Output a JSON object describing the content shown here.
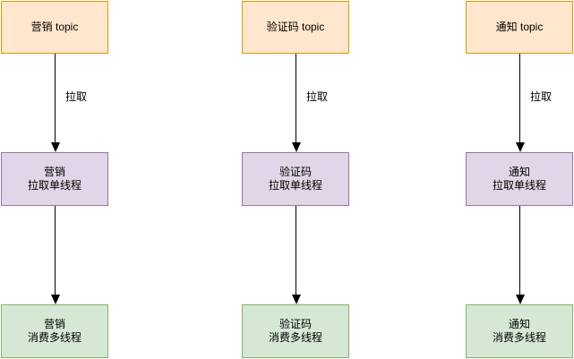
{
  "diagram": {
    "columns": [
      {
        "topic_label": "营销 topic",
        "pull_edge_label": "拉取",
        "pull_thread_label": "营销\n拉取单线程",
        "consume_thread_label": "营销\n消费多线程"
      },
      {
        "topic_label": "验证码 topic",
        "pull_edge_label": "拉取",
        "pull_thread_label": "验证码\n拉取单线程",
        "consume_thread_label": "验证码\n消费多线程"
      },
      {
        "topic_label": "通知 topic",
        "pull_edge_label": "拉取",
        "pull_thread_label": "通知\n拉取单线程",
        "consume_thread_label": "通知\n消费多线程"
      }
    ],
    "colors": {
      "background": "#FFFFFF",
      "topic_fill": "#FFE6CC",
      "topic_stroke": "#D79B00",
      "pull_fill": "#E1D5E7",
      "pull_stroke": "#9673A6",
      "consume_fill": "#D5E8D4",
      "consume_stroke": "#82B366",
      "arrow": "#000000",
      "text": "#000000"
    }
  }
}
